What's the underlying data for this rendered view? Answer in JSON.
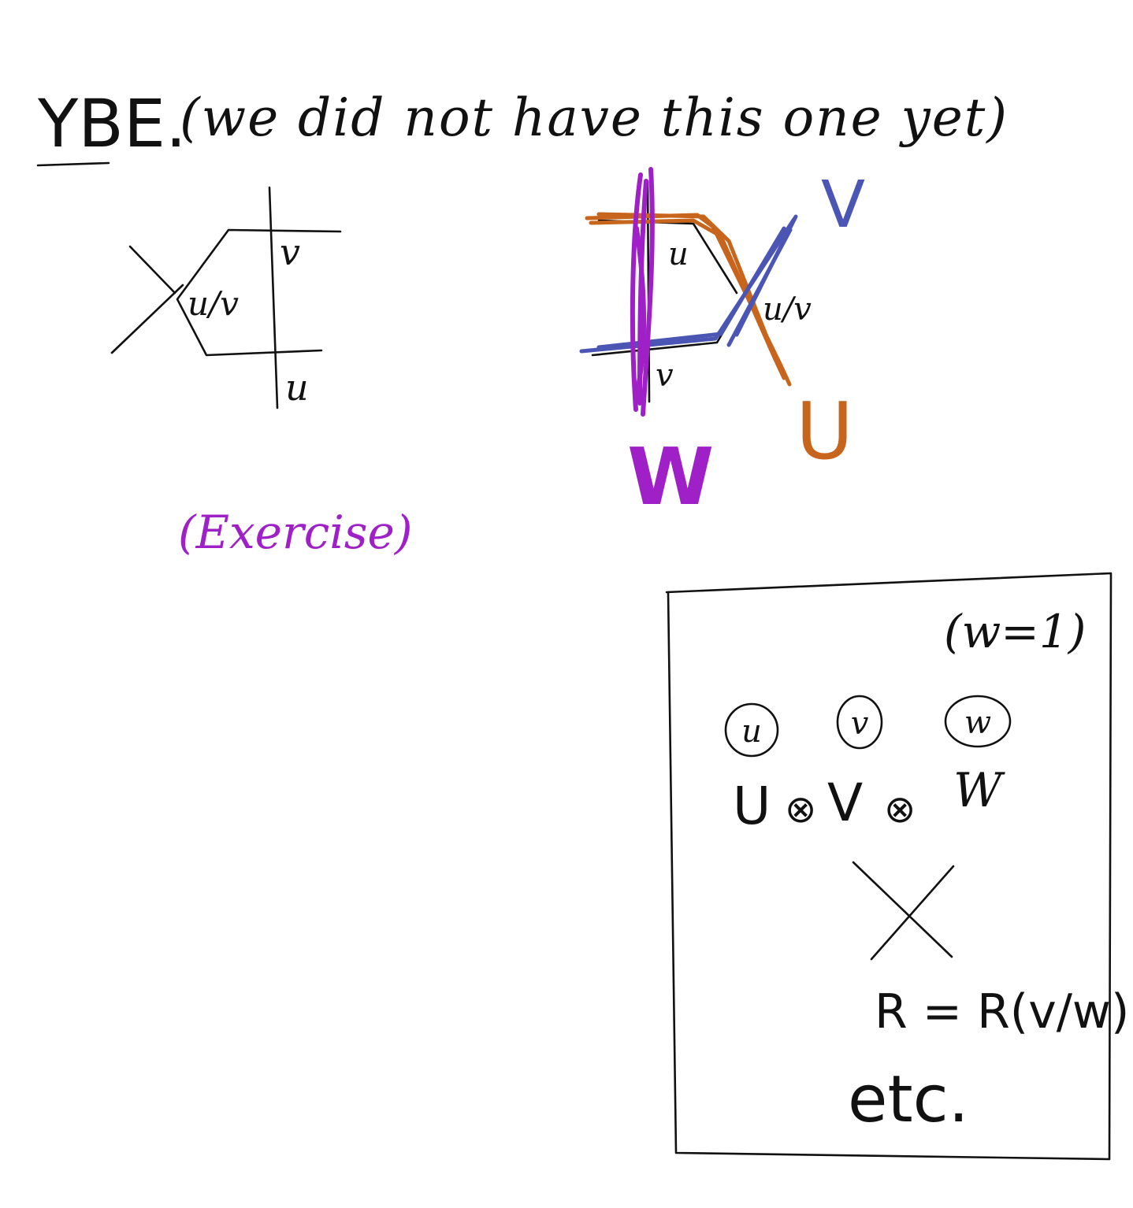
{
  "title": "YBE.",
  "subtitle": "(we did not have this one yet)",
  "left_diagram": {
    "label_top_right": "v",
    "label_center": "u/v",
    "label_bottom_right": "u"
  },
  "right_diagram": {
    "label_u_inner": "u",
    "label_center": "u/v",
    "label_v_inner": "v",
    "strand_labels": {
      "V": "V",
      "U": "U",
      "W": "W"
    }
  },
  "exercise_note": "(Exercise)",
  "box": {
    "condition": "(w=1)",
    "circled": [
      "u",
      "v",
      "w"
    ],
    "tensor_u": "U",
    "tensor_v": "V",
    "tensor_w": "W",
    "tensor_symbol": "⊗",
    "r_equation": "R = R(v/w)",
    "etc": "etc."
  },
  "colors": {
    "ink": "#111111",
    "orange": "#c8651c",
    "blue": "#4a55b4",
    "purple": "#a020c8"
  }
}
